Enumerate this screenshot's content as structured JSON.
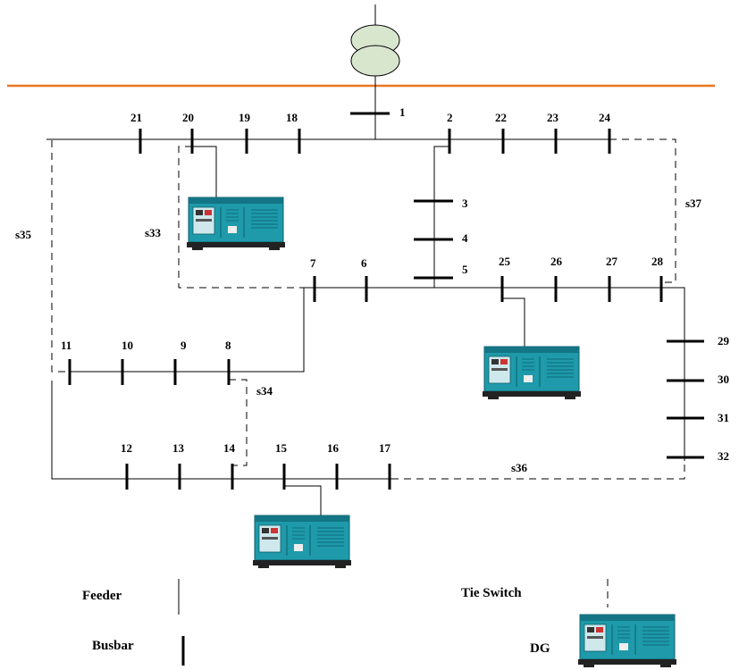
{
  "bus_labels": {
    "b1": "1",
    "b2": "2",
    "b3": "3",
    "b4": "4",
    "b5": "5",
    "b6": "6",
    "b7": "7",
    "b8": "8",
    "b9": "9",
    "b10": "10",
    "b11": "11",
    "b12": "12",
    "b13": "13",
    "b14": "14",
    "b15": "15",
    "b16": "16",
    "b17": "17",
    "b18": "18",
    "b19": "19",
    "b20": "20",
    "b21": "21",
    "b22": "22",
    "b23": "23",
    "b24": "24",
    "b25": "25",
    "b26": "26",
    "b27": "27",
    "b28": "28",
    "b29": "29",
    "b30": "30",
    "b31": "31",
    "b32": "32"
  },
  "switch_labels": {
    "s33": "s33",
    "s34": "s34",
    "s35": "s35",
    "s36": "s36",
    "s37": "s37"
  },
  "legend": {
    "feeder": "Feeder",
    "tie_switch": "Tie Switch",
    "busbar": "Busbar",
    "dg": "DG"
  },
  "colors": {
    "grid_line": "#E87722",
    "dg_body": "#1E9AAA",
    "dg_dark": "#137585"
  },
  "icons": {
    "transformer": "transformer-icon",
    "dg": "generator-icon"
  }
}
